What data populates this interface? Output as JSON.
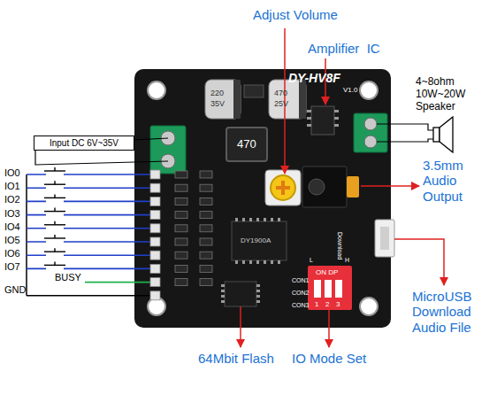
{
  "diagram": {
    "nodes": [
      {
        "text": [
          "Input DC 6V~35V"
        ]
      }
    ],
    "labels": [
      "Adjust Volume",
      "Amplifier  IC",
      "4~8ohm 10W~20W Speaker",
      "3.5mm Audio Output",
      "MicroUSB Download Audio File",
      "64Mbit Flash",
      "IO Mode Set",
      "IO0",
      "IO1",
      "IO2",
      "IO3",
      "IO4",
      "IO5",
      "IO6",
      "IO7",
      "BUSY",
      "GND",
      "DY-HV8F",
      "V1.0",
      "470",
      "220",
      "35V",
      "470",
      "25V",
      "DY1900A",
      "CON1",
      "CON2",
      "CON3",
      "ON DP",
      "1",
      "2",
      "3",
      "L",
      "H",
      "Download"
    ]
  }
}
